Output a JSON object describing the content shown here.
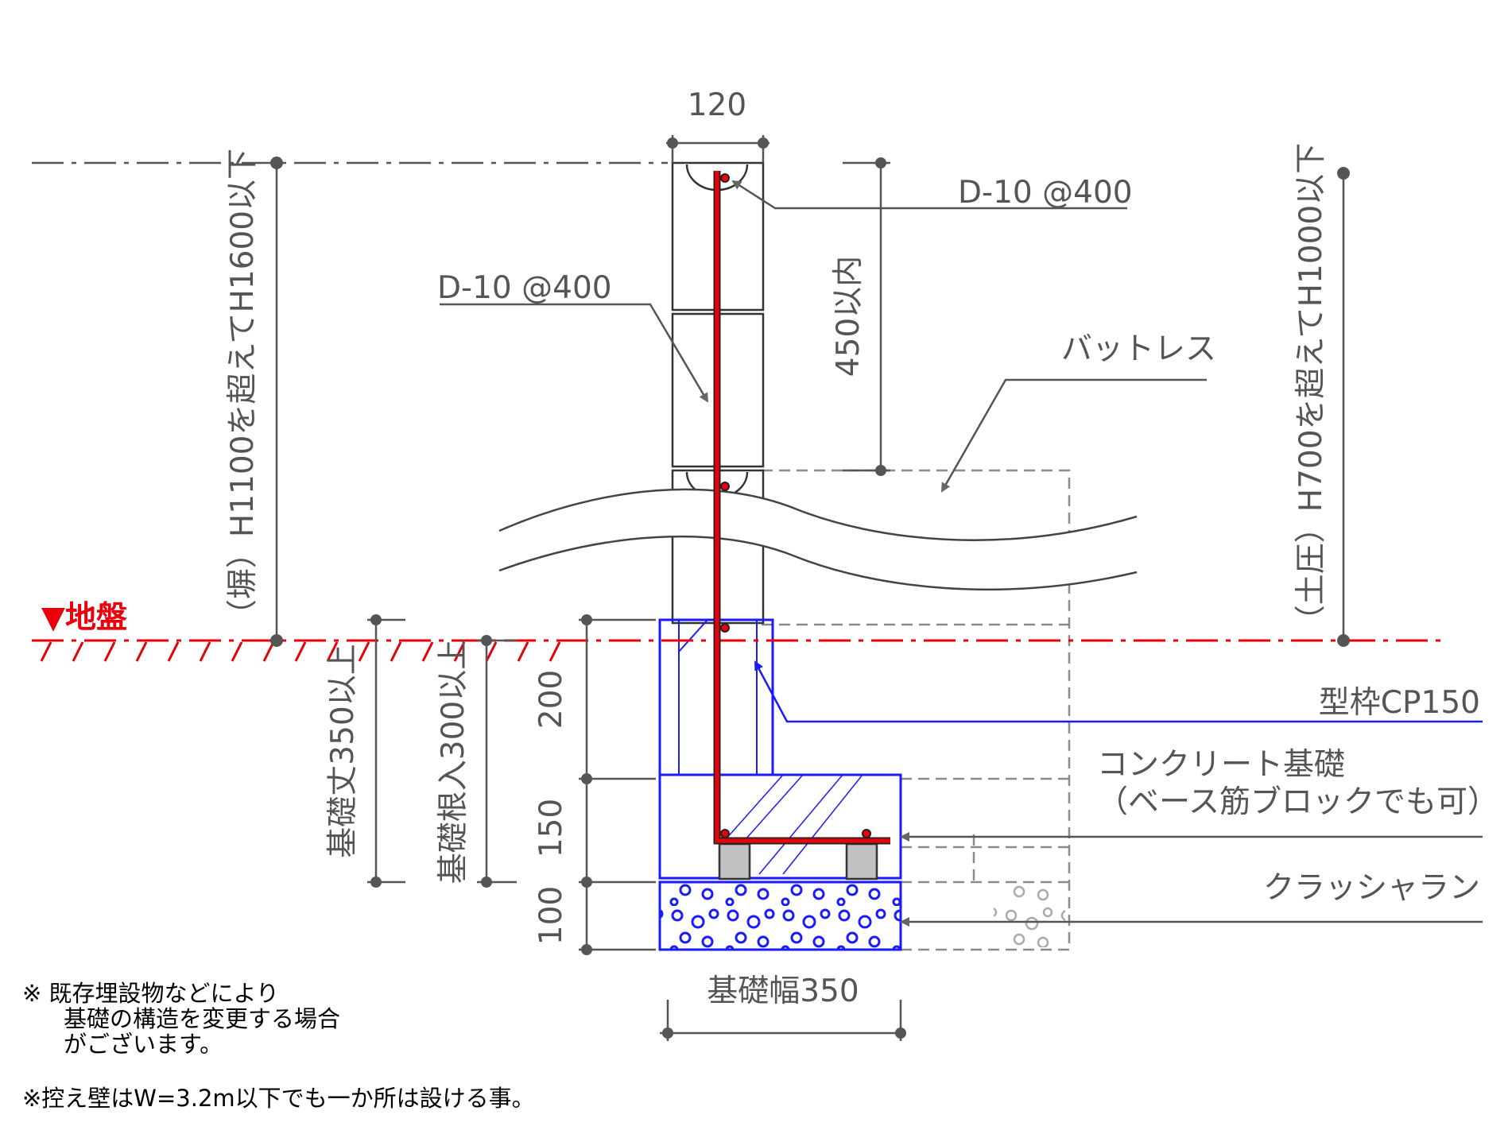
{
  "labels": {
    "top_width": "120",
    "rebar_top": "D-10 @400",
    "rebar_mid": "D-10 @400",
    "spacing": "450以内",
    "buttress": "バットレス",
    "ground": "▼地盤",
    "height_left": "（塀）H1100を超えてH1600以下",
    "height_right": "（土圧）H700を超えてH1000以下",
    "formwork": "型枠CP150",
    "foundation_line1": "コンクリート基礎",
    "foundation_line2": "（ベース筋ブロックでも可）",
    "crusher_run": "クラッシャラン",
    "depth_total": "基礎丈350以上",
    "embed_depth": "基礎根入300以上",
    "dim_200": "200",
    "dim_150": "150",
    "dim_100": "100",
    "base_width": "基礎幅350"
  },
  "notes": {
    "note1_line1": "※ 既存埋設物などにより",
    "note1_line2": "基礎の構造を変更する場合",
    "note1_line3": "がございます。",
    "note2": "※控え壁はW=3.2m以下でも一か所は設ける事。"
  },
  "colors": {
    "rebar": "#e8000a",
    "foundation": "#1a1aff",
    "ground_line": "#e8000a",
    "annotation": "#555555"
  }
}
